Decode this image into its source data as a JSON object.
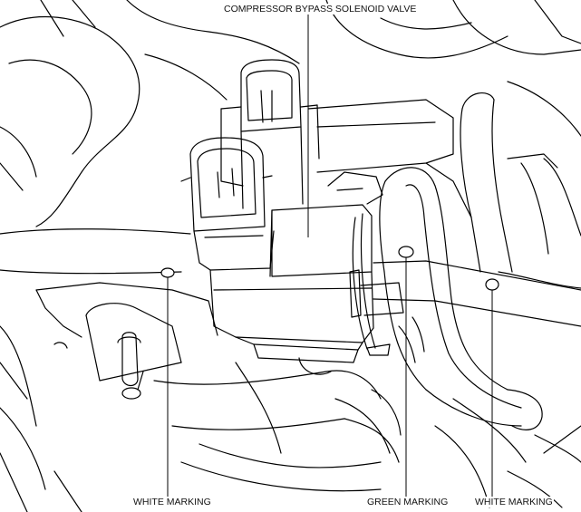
{
  "labels": {
    "solenoid_valve": "COMPRESSOR BYPASS SOLENOID VALVE",
    "white_marking_left": "WHITE MARKING",
    "green_marking": "GREEN MARKING",
    "white_marking_right": "WHITE MARKING"
  }
}
